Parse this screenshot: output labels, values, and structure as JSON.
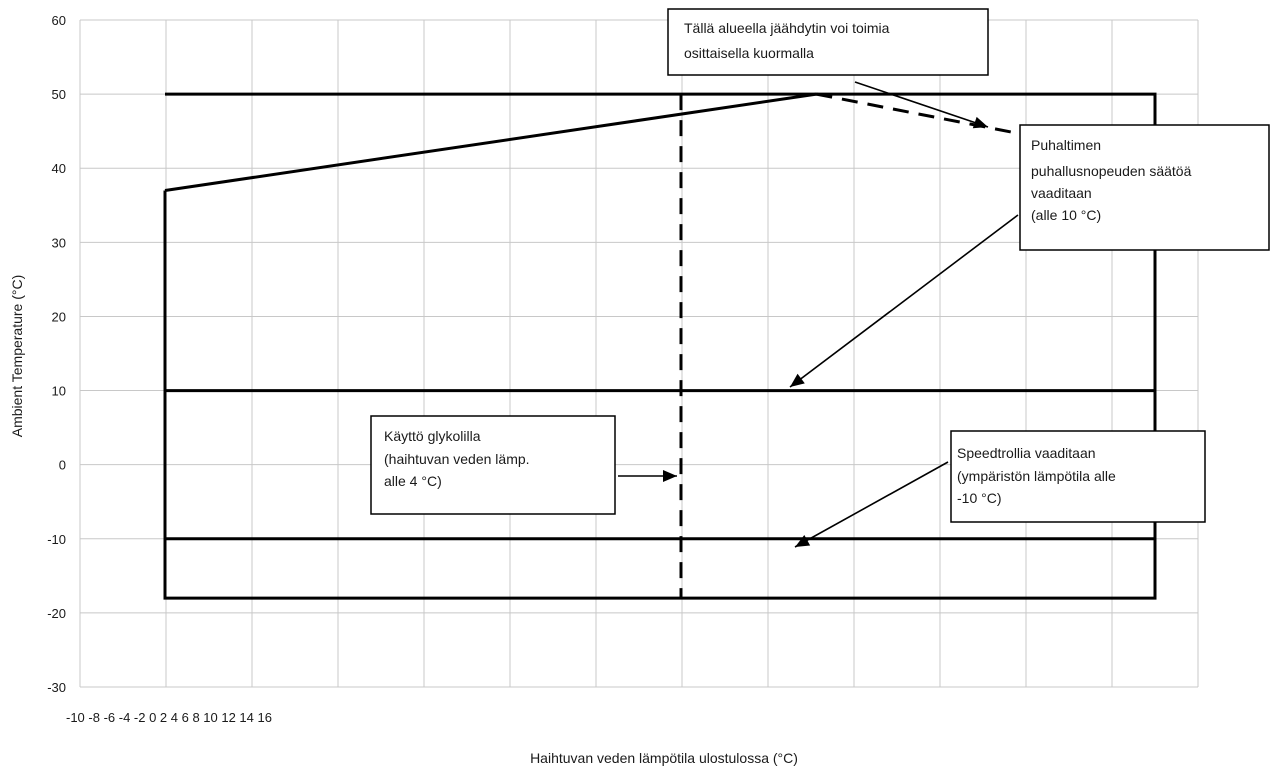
{
  "chart_data": {
    "type": "line",
    "title": "",
    "xlabel": "Haihtuvan veden lämpötila ulostulossa (°C)",
    "ylabel": "Ambient Temperature (°C)",
    "ylim": [
      -30,
      60
    ],
    "yticks": [
      "60",
      "50",
      "40",
      "30",
      "20",
      "10",
      "0",
      "-10",
      "-20",
      "-30"
    ],
    "xtick_labels": "-10 -8 -6 -4 -2 0 2 4 6 8 10 12 14 16",
    "grid": true,
    "series": [
      {
        "style": "solid",
        "x": [
          -2,
          -2,
          18,
          18,
          -2
        ],
        "y": [
          37,
          -18,
          -18,
          50,
          50
        ]
      },
      {
        "style": "solid",
        "x": [
          -2,
          8
        ],
        "y": [
          37,
          50
        ]
      },
      {
        "style": "solid",
        "x": [
          -2,
          18
        ],
        "y": [
          10,
          10
        ]
      },
      {
        "style": "solid",
        "x": [
          -2,
          18
        ],
        "y": [
          -10,
          -10
        ]
      },
      {
        "style": "dashed",
        "x": [
          4,
          4
        ],
        "y": [
          50,
          -18
        ]
      },
      {
        "style": "dashed",
        "x": [
          8,
          17
        ],
        "y": [
          50,
          42
        ]
      }
    ],
    "annotations": [
      {
        "lines": [
          "Tällä alueella jäähdytin voi toimia",
          "osittaisella kuormalla"
        ]
      },
      {
        "lines": [
          "Puhaltimen",
          "puhallusnopeuden säätöä",
          "vaaditaan",
          "(alle 10 °C)"
        ]
      },
      {
        "lines": [
          "Käyttö glykolilla",
          "(haihtuvan veden lämp.",
          "alle 4 °C)"
        ]
      },
      {
        "lines": [
          "Speedtrollia vaaditaan",
          "(ympäristön lämpötila alle",
          "-10 °C)"
        ]
      }
    ]
  }
}
